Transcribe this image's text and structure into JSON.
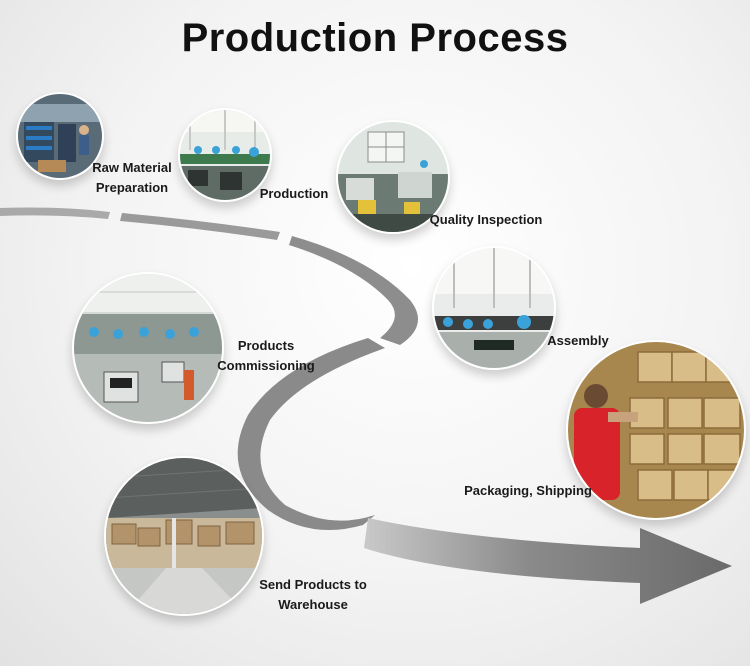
{
  "title": "Production Process",
  "steps": [
    {
      "label_lines": [
        "Raw Material",
        "Preparation"
      ]
    },
    {
      "label_lines": [
        "Production"
      ]
    },
    {
      "label_lines": [
        "Quality Inspection"
      ]
    },
    {
      "label_lines": [
        "Assembly"
      ]
    },
    {
      "label_lines": [
        "Products",
        "Commissioning"
      ]
    },
    {
      "label_lines": [
        "Packaging, Shipping"
      ]
    },
    {
      "label_lines": [
        "Send Products to",
        "Warehouse"
      ]
    }
  ],
  "colors": {
    "road": "#7a7a7a",
    "road_light": "#b8b8b8",
    "arrow": "#6f6f6f"
  }
}
